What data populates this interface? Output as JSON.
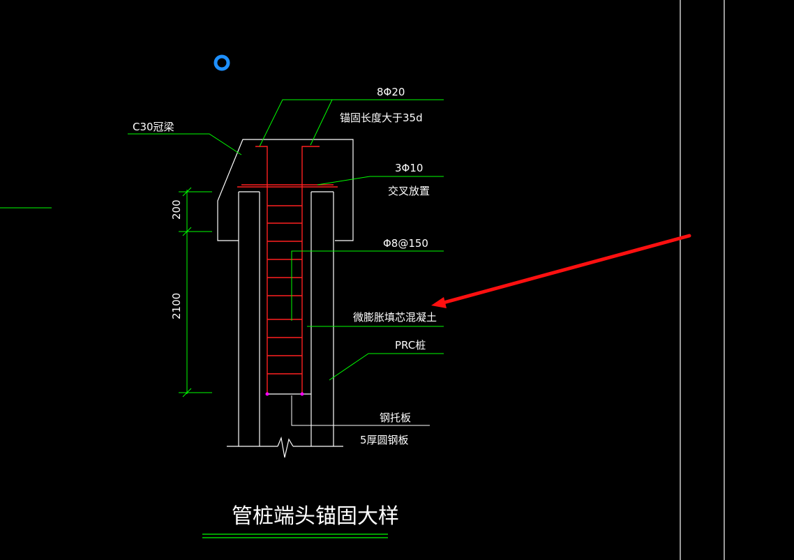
{
  "drawing": {
    "title": "管桩端头锚固大样",
    "labels": {
      "rebar_main": "8Φ20",
      "anchor_length": "锚固长度大于35d",
      "cap_beam": "C30冠梁",
      "tie_bars": "3Φ10",
      "tie_note": "交叉放置",
      "stirrup": "Φ8@150",
      "fill_concrete": "微膨胀填芯混凝土",
      "pile": "PRC桩",
      "steel_plate": "钢托板",
      "round_plate": "5厚圆钢板"
    },
    "dimensions": {
      "top": "200",
      "bottom": "2100"
    }
  },
  "colors": {
    "background": "#000000",
    "outline": "#ffffff",
    "leader": "#00ff00",
    "rebar": "#ff2020",
    "arrow": "#ff1010",
    "cursor": "#1e90ff",
    "weld": "#ff00ff"
  }
}
